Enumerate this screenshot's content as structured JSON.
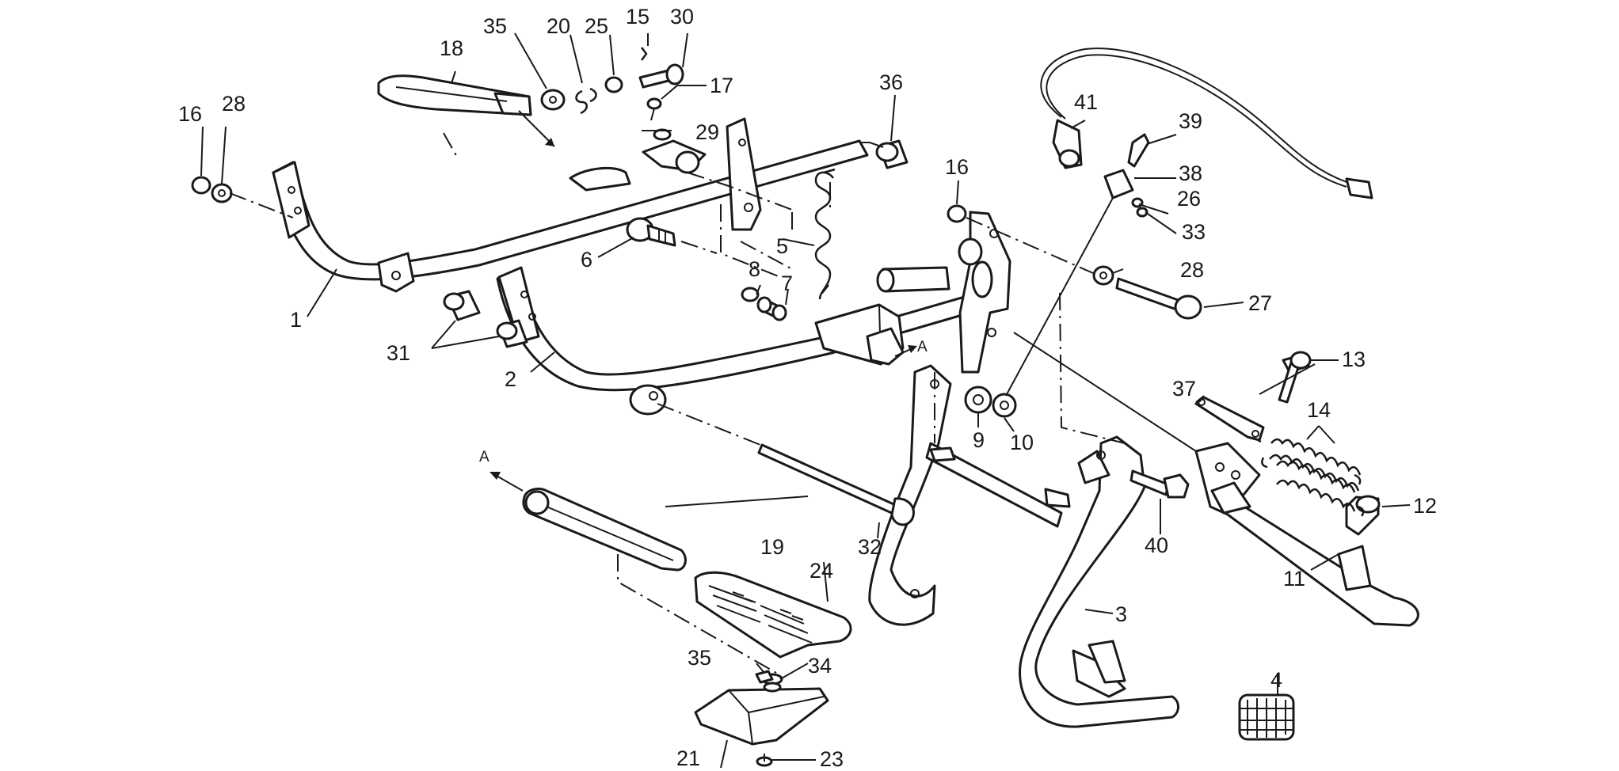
{
  "callouts": {
    "c1": "1",
    "c2": "2",
    "c3": "3",
    "c4": "4",
    "c5": "5",
    "c6": "6",
    "c7": "7",
    "c8": "8",
    "c9": "9",
    "c10": "10",
    "c11": "11",
    "c12": "12",
    "c13": "13",
    "c14": "14",
    "c15": "15",
    "c16a": "16",
    "c16b": "16",
    "c17": "17",
    "c18": "18",
    "c19": "19",
    "c20": "20",
    "c21": "21",
    "c23": "23",
    "c24": "24",
    "c25": "25",
    "c26": "26",
    "c27": "27",
    "c28a": "28",
    "c28b": "28",
    "c29": "29",
    "c30": "30",
    "c31": "31",
    "c32": "32",
    "c33": "33",
    "c34": "34",
    "c35a": "35",
    "c35b": "35",
    "c36": "36",
    "c37": "37",
    "c38": "38",
    "c39": "39",
    "c40": "40",
    "c41": "41"
  },
  "refs": {
    "a_top": "A",
    "a_bottom": "A"
  },
  "colors": {
    "ink": "#1a1a1a",
    "paper": "#ffffff"
  }
}
